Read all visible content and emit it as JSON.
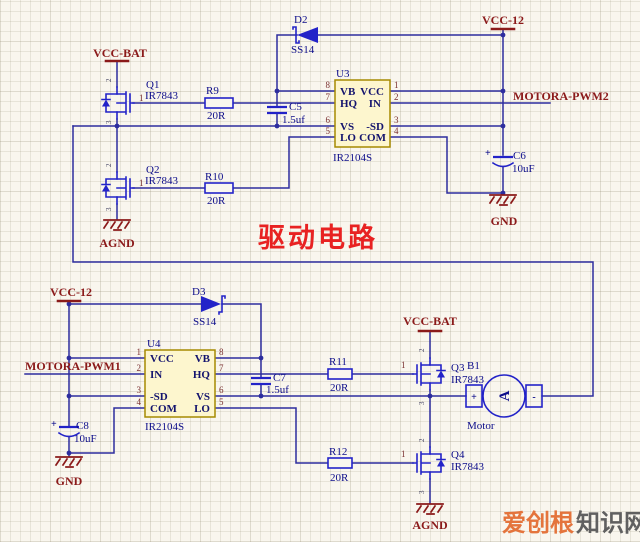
{
  "page": {
    "heading": "驱动电路",
    "watermark_primary": "爱创根",
    "watermark_secondary": "知识网"
  },
  "power": {
    "vcc_bat": "VCC-BAT",
    "vcc_12": "VCC-12",
    "gnd": "GND",
    "agnd": "AGND"
  },
  "nets": {
    "pwm1": "MOTORA-PWM1",
    "pwm2": "MOTORA-PWM2"
  },
  "ics": {
    "u3": {
      "ref": "U3",
      "part": "IR2104S"
    },
    "u4": {
      "ref": "U4",
      "part": "IR2104S"
    },
    "pins": {
      "vb": "VB",
      "hq": "HQ",
      "vs": "VS",
      "lo": "LO",
      "vcc": "VCC",
      "in": "IN",
      "sd": "-SD",
      "com": "COM"
    },
    "numbers": {
      "n1": "1",
      "n2": "2",
      "n3": "3",
      "n4": "4",
      "n5": "5",
      "n6": "6",
      "n7": "7",
      "n8": "8"
    }
  },
  "mosfets": {
    "q1": {
      "ref": "Q1",
      "part": "IR7843"
    },
    "q2": {
      "ref": "Q2",
      "part": "IR7843"
    },
    "q3": {
      "ref": "Q3",
      "part": "IR7843"
    },
    "q4": {
      "ref": "Q4",
      "part": "IR7843"
    },
    "gate_pin": "1",
    "drain_pin": "2",
    "source_pin": "3"
  },
  "resistors": {
    "r9": {
      "ref": "R9",
      "value": "20R"
    },
    "r10": {
      "ref": "R10",
      "value": "20R"
    },
    "r11": {
      "ref": "R11",
      "value": "20R"
    },
    "r12": {
      "ref": "R12",
      "value": "20R"
    }
  },
  "capacitors": {
    "c5": {
      "ref": "C5",
      "value": "1.5uf"
    },
    "c6": {
      "ref": "C6",
      "value": "10uF"
    },
    "c7": {
      "ref": "C7",
      "value": "1.5uf"
    },
    "c8": {
      "ref": "C8",
      "value": "10uF"
    },
    "polarity": "+"
  },
  "diodes": {
    "d2": {
      "ref": "D2",
      "part": "SS14"
    },
    "d3": {
      "ref": "D3",
      "part": "SS14"
    }
  },
  "motor": {
    "ref": "B1",
    "name": "Motor",
    "plus": "+",
    "minus": "-",
    "symbol": "A"
  },
  "colors": {
    "wire": "#2d2d9e",
    "device": "#2323c8",
    "chip_fill": "#fdf6ce",
    "chip_border": "#a68a00",
    "net_label": "#8b1a1a",
    "designator": "#0d0d8a",
    "heading_red": "#e82222",
    "watermark_orange": "#e4743c",
    "watermark_gray": "#606060",
    "background": "#f9f6ee"
  }
}
